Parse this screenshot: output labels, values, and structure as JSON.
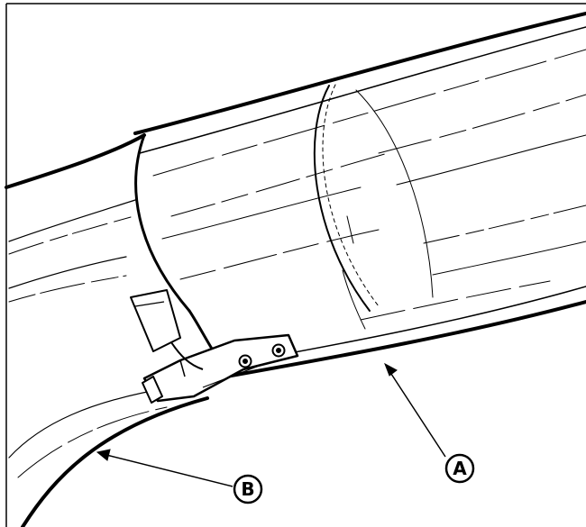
{
  "illustration": {
    "ink_color": "#000000",
    "paper_color": "#ffffff",
    "callouts": [
      {
        "id": "a",
        "label": "A"
      },
      {
        "id": "b",
        "label": "B"
      }
    ]
  }
}
